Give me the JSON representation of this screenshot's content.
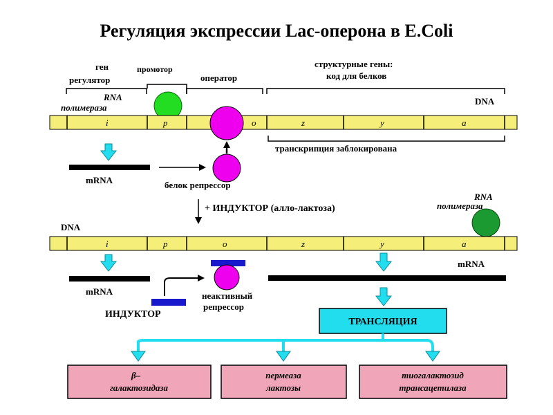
{
  "title": "Регуляция экспрессии Lac-оперона в E.Coli",
  "top": {
    "labels": {
      "gene_regulator_1": "ген",
      "gene_regulator_2": "регулятор",
      "promoter": "промотор",
      "operator": "оператор",
      "structural_1": "структурные гены:",
      "structural_2": "код для белков",
      "rna_pol_1": "RNA",
      "rna_pol_2": "полимераза",
      "dna": "DNA",
      "blocked": "транскрипция заблокирована",
      "mrna": "mRNA",
      "repressor": "белок репрессор"
    },
    "segments": [
      "i",
      "p",
      "o",
      "z",
      "y",
      "a"
    ]
  },
  "inducer_step": "+ ИНДУКТОР (алло-лактоза)",
  "bottom": {
    "labels": {
      "dna": "DNA",
      "rna_pol_1": "RNA",
      "rna_pol_2": "полимераза",
      "mrna_left": "mRNA",
      "mrna_right": "mRNA",
      "inactive_1": "неактивный",
      "inactive_2": "репрессор",
      "inducer": "ИНДУКТОР",
      "translation": "ТРАНСЛЯЦИЯ"
    },
    "segments": [
      "i",
      "p",
      "o",
      "z",
      "y",
      "a"
    ]
  },
  "products": [
    {
      "line1": "β–",
      "line2": "галактозидаза"
    },
    {
      "line1": "пермеаза",
      "line2": "лактозы"
    },
    {
      "line1": "тиогалактозид",
      "line2": "трансацетилаза"
    }
  ],
  "colors": {
    "dna_bar": "#f5ef7a",
    "rna_polymerase_top": "#22dd22",
    "rna_polymerase_bottom": "#1a9a30",
    "repressor": "#ee00ee",
    "inducer": "#1818cc",
    "arrow_cyan": "#22ddee",
    "translation_box": "#22ddee",
    "product_box": "#f0a6b8"
  }
}
